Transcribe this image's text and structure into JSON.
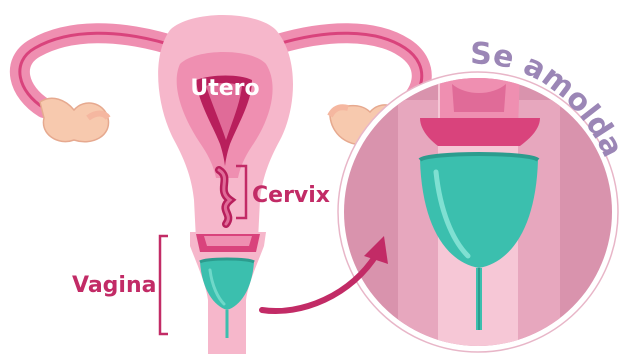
{
  "labels": {
    "uterus": "Utero",
    "cervix": "Cervix",
    "vagina": "Vagina",
    "callout": "Se amolda"
  },
  "colors": {
    "label_magenta": "#c22b66",
    "uterus_text": "#ffffff",
    "callout_text": "#9b86b6",
    "pink_light": "#f6b7cb",
    "pink_mid": "#ef8fb1",
    "pink_dark": "#e06b98",
    "magenta": "#d9437c",
    "magenta_deep": "#b81f5c",
    "circle_fill": "#d993ad",
    "cup_teal": "#3bbfae",
    "cup_teal_dark": "#2c9c8e",
    "ovary": "#f7c9ae"
  }
}
